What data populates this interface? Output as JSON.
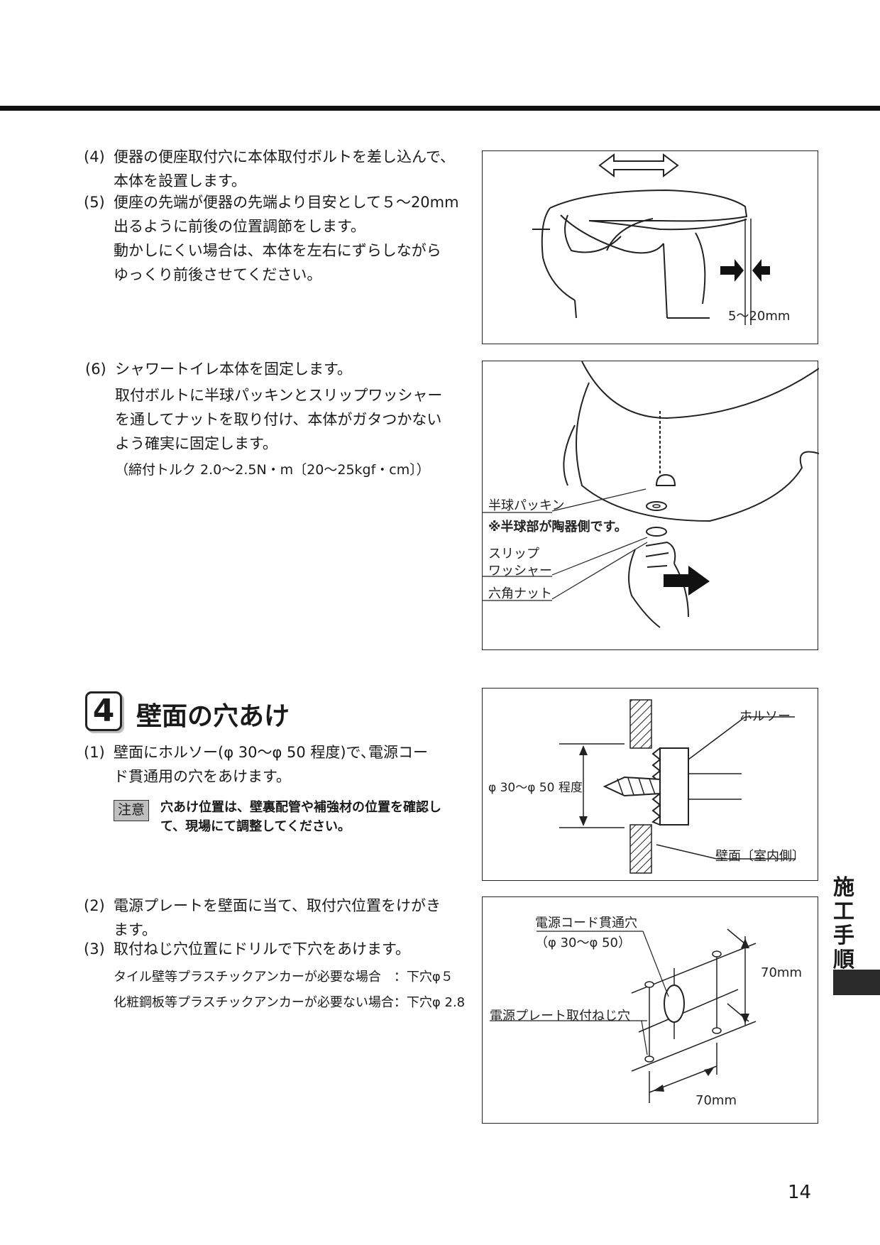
{
  "step4": {
    "num": "(4)",
    "l1": "便器の便座取付穴に本体取付ボルトを差し込んで、",
    "l2": "本体を設置します。"
  },
  "step5": {
    "num": "(5)",
    "l1": "便座の先端が便器の先端より目安として５～20mm",
    "l2": "出るように前後の位置調節をします。",
    "l3": "動かしにくい場合は、本体を左右にずらしながら",
    "l4": "ゆっくり前後させてください。"
  },
  "fig1": {
    "dim": "5～20mm"
  },
  "step6": {
    "num": "(6)",
    "l1": "シャワートイレ本体を固定します。",
    "l2": "取付ボルトに半球パッキンとスリップワッシャー",
    "l3": "を通してナットを取り付け、本体がガタつかない",
    "l4": "よう確実に固定します。",
    "l5": "（締付トルク 2.0～2.5N・m〔20～25kgf・cm〕）"
  },
  "fig2": {
    "packing": "半球パッキン",
    "note": "※半球部が陶器側です。",
    "washer1": "スリップ",
    "washer2": "ワッシャー",
    "nut": "六角ナット"
  },
  "section4": {
    "num": "4",
    "title": "壁面の穴あけ"
  },
  "step1": {
    "num": "(1)",
    "l1": "壁面にホルソー(φ 30～φ 50 程度)で､電源コー",
    "l2": "ド貫通用の穴をあけます。"
  },
  "caution": {
    "badge": "注意",
    "l1": "穴あけ位置は、壁裏配管や補強材の位置を確認し",
    "l2": "て、現場にて調整してください。"
  },
  "fig3": {
    "holesaw": "ホルソー",
    "dia": "φ 30～φ 50 程度",
    "wall": "壁面〔室内側〕"
  },
  "step2": {
    "num": "(2)",
    "l1": "電源プレートを壁面に当て、取付穴位置をけがき",
    "l2": "ます。"
  },
  "step3": {
    "num": "(3)",
    "l1": "取付ねじ穴位置にドリルで下穴をあけます。",
    "s1": "タイル壁等プラスチックアンカーが必要な場合　：下穴φ５",
    "s2": "化粧鋼板等プラスチックアンカーが必要ない場合：下穴φ 2.8"
  },
  "fig4": {
    "cord1": "電源コード貫通穴",
    "cord2": "（φ 30～φ 50）",
    "screw": "電源プレート取付ねじ穴",
    "dimV": "70mm",
    "dimH": "70mm"
  },
  "side_tab": {
    "c1": "施",
    "c2": "工",
    "c3": "手",
    "c4": "順"
  },
  "page_number": "14"
}
